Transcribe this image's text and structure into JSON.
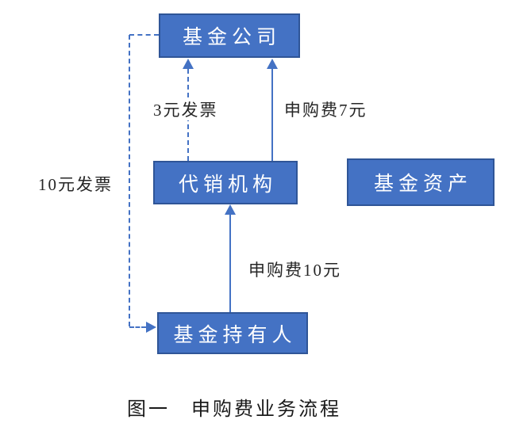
{
  "diagram": {
    "nodes": [
      {
        "id": "fund-company",
        "label": "基金公司"
      },
      {
        "id": "distribution-agency",
        "label": "代销机构"
      },
      {
        "id": "fund-assets",
        "label": "基金资产"
      },
      {
        "id": "fund-holder",
        "label": "基金持有人"
      }
    ],
    "edges": [
      {
        "id": "invoice-3yuan",
        "label": "3元发票",
        "from": "代销机构",
        "to": "基金公司",
        "style": "dashed",
        "direction": "up"
      },
      {
        "id": "subscription-fee-7yuan",
        "label": "申购费7元",
        "from": "代销机构",
        "to": "基金公司",
        "style": "solid",
        "direction": "up"
      },
      {
        "id": "invoice-10yuan",
        "label": "10元发票",
        "from": "基金公司",
        "to": "基金持有人",
        "style": "dashed",
        "direction": "right"
      },
      {
        "id": "subscription-fee-10yuan",
        "label": "申购费10元",
        "from": "基金持有人",
        "to": "代销机构",
        "style": "solid",
        "direction": "up"
      }
    ],
    "caption": "图一　申购费业务流程"
  },
  "colors": {
    "node_fill": "#4472C4",
    "node_border": "#2F5597",
    "node_text": "#FFFFFF",
    "connector": "#4472C4",
    "label_text": "#262626",
    "background": "#FFFFFF"
  }
}
